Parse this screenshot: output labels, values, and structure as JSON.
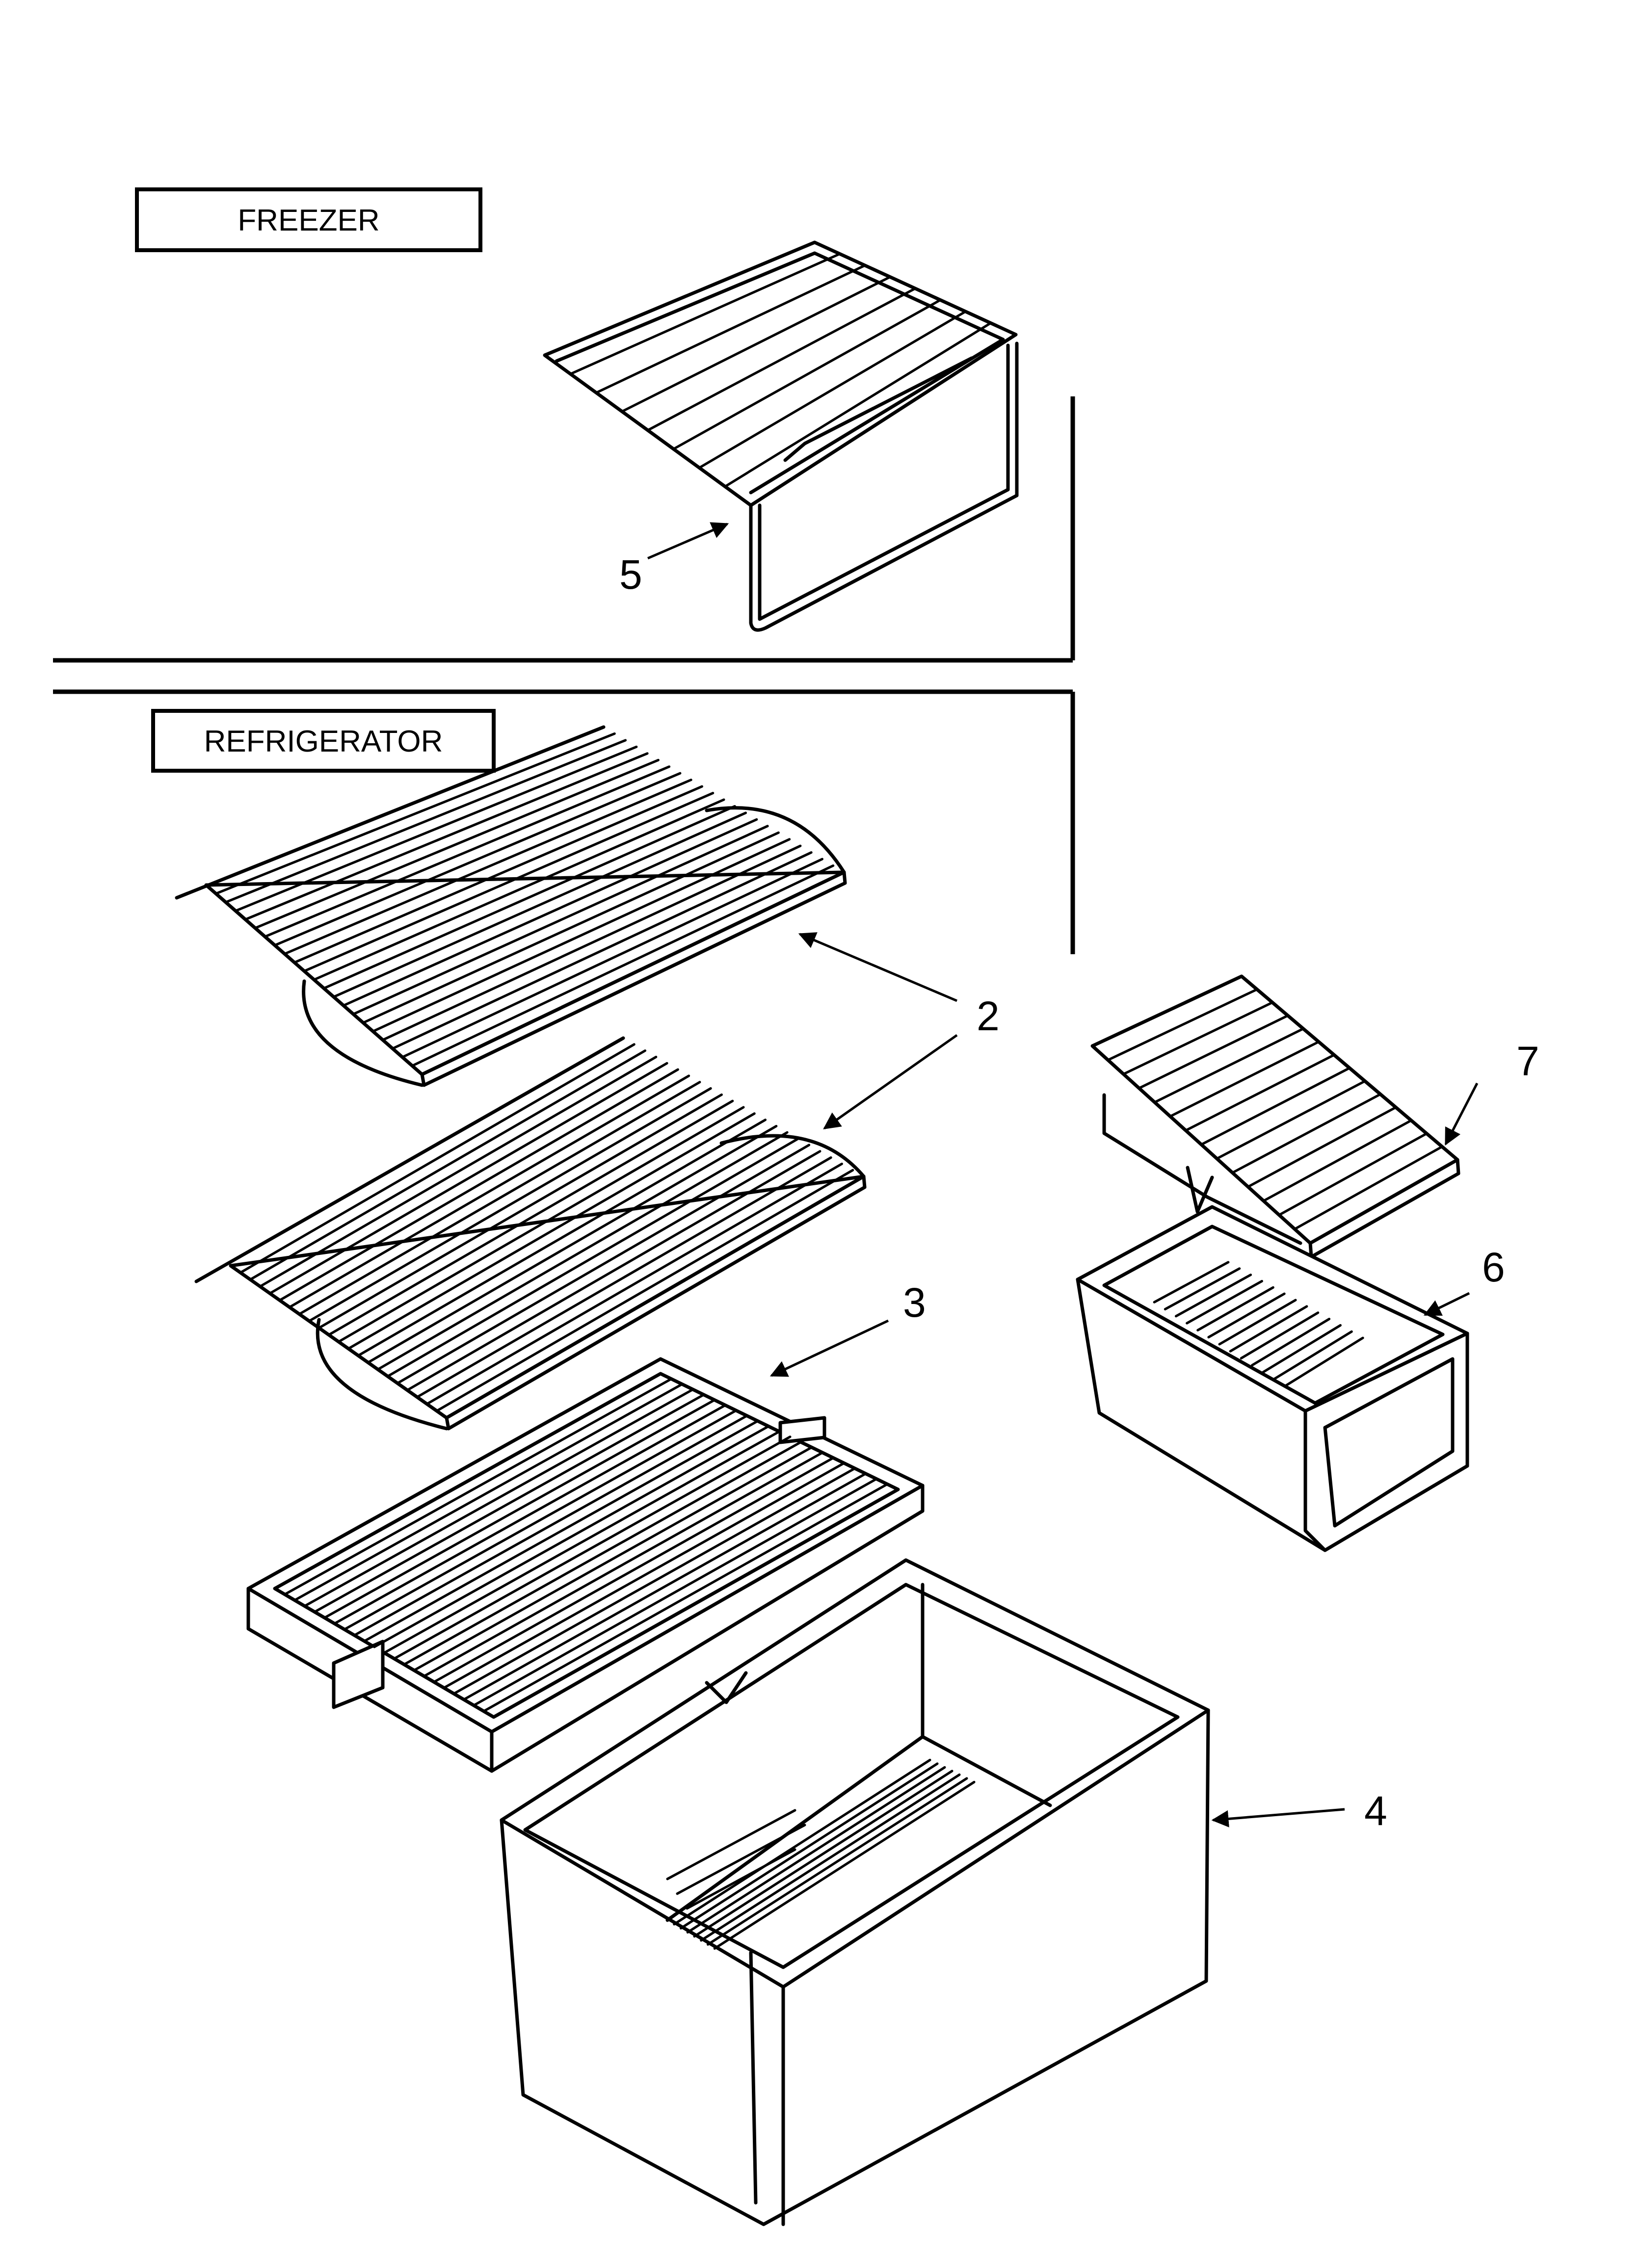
{
  "sections": {
    "freezer": {
      "label": "FREEZER"
    },
    "refrigerator": {
      "label": "REFRIGERATOR"
    }
  },
  "callouts": {
    "shelf_wire": "2",
    "shelf_crisper_cover": "3",
    "crisper_pan": "4",
    "freezer_shelf": "5",
    "deli_drawer": "6",
    "deli_shelf": "7"
  }
}
